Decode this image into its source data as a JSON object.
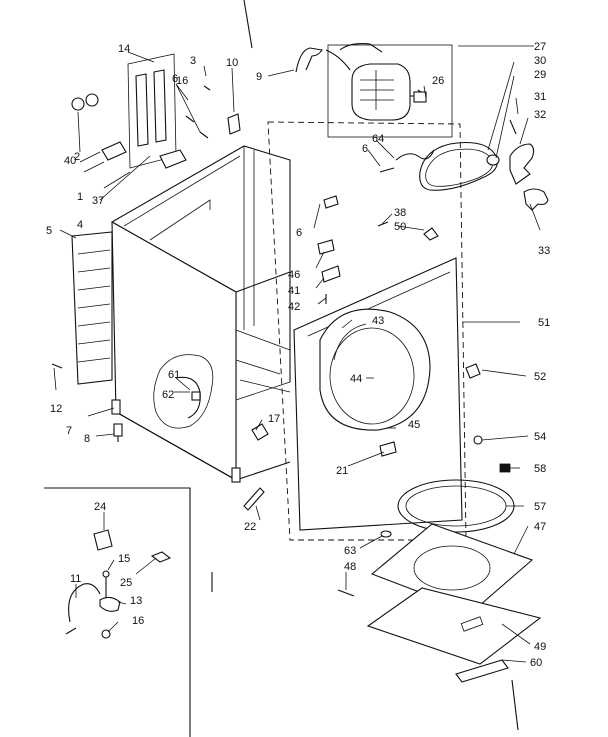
{
  "callouts": [
    "1",
    "2",
    "3",
    "4",
    "5",
    "6",
    "6",
    "6",
    "7",
    "8",
    "9",
    "10",
    "11",
    "12",
    "13",
    "14",
    "15",
    "16",
    "16",
    "17",
    "21",
    "22",
    "24",
    "25",
    "26",
    "27",
    "29",
    "30",
    "31",
    "32",
    "33",
    "37",
    "38",
    "40",
    "41",
    "42",
    "43",
    "44",
    "45",
    "46",
    "47",
    "48",
    "49",
    "50",
    "51",
    "52",
    "54",
    "57",
    "58",
    "60",
    "61",
    "62",
    "63",
    "64"
  ],
  "icons": {
    "cabinet": "dryer-cabinet-drawing",
    "front_panel": "front-panel-drawing",
    "rear_panel": "rear-panel-drawing",
    "motor": "motor-assembly-drawing",
    "belt": "drive-belt-drawing",
    "door": "door-drawing"
  }
}
